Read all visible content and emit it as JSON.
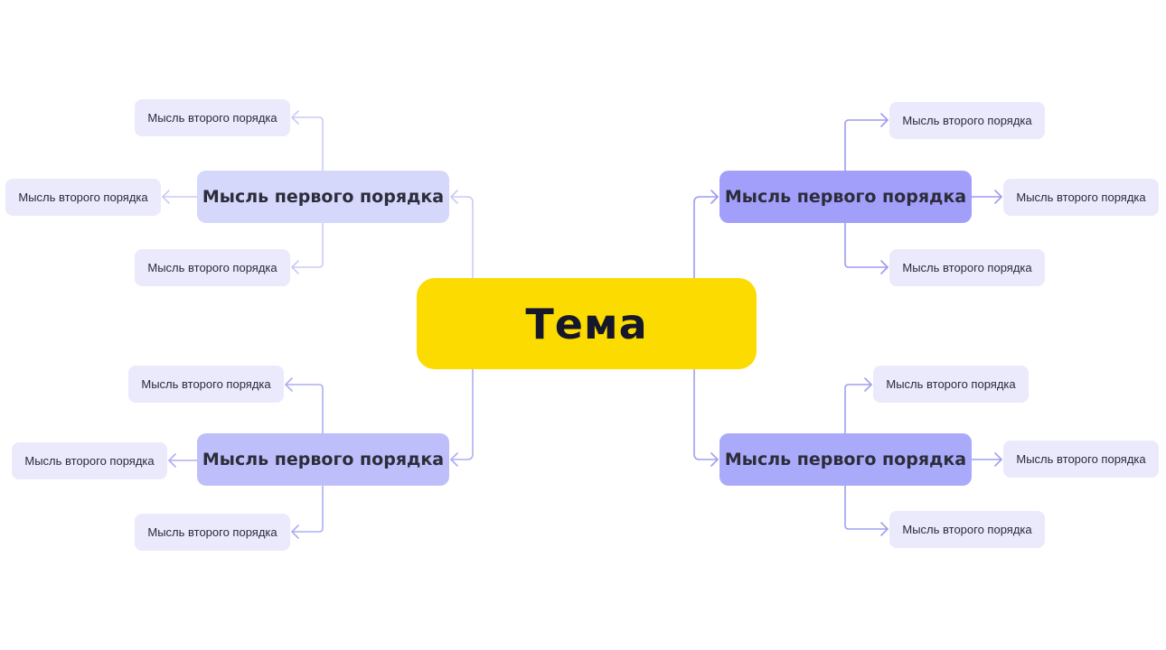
{
  "central": {
    "label": "Тема",
    "color": "#fbdb00"
  },
  "branches": [
    {
      "label": "Мысль первого порядка",
      "color": "#d5d7fb",
      "line_color": "#c9cbf6",
      "children": [
        "Мысль второго порядка",
        "Мысль второго порядка",
        "Мысль второго порядка"
      ]
    },
    {
      "label": "Мысль первого порядка",
      "color": "#a19ffa",
      "line_color": "#9d9bef",
      "children": [
        "Мысль второго порядка",
        "Мысль второго порядка",
        "Мысль второго порядка"
      ]
    },
    {
      "label": "Мысль первого порядка",
      "color": "#bebffa",
      "line_color": "#adaef2",
      "children": [
        "Мысль второго порядка",
        "Мысль второго порядка",
        "Мысль второго порядка"
      ]
    },
    {
      "label": "Мысль первого порядка",
      "color": "#a9aaf9",
      "line_color": "#9fa0ef",
      "children": [
        "Мысль второго порядка",
        "Мысль второго порядка",
        "Мысль второго порядка"
      ]
    }
  ]
}
